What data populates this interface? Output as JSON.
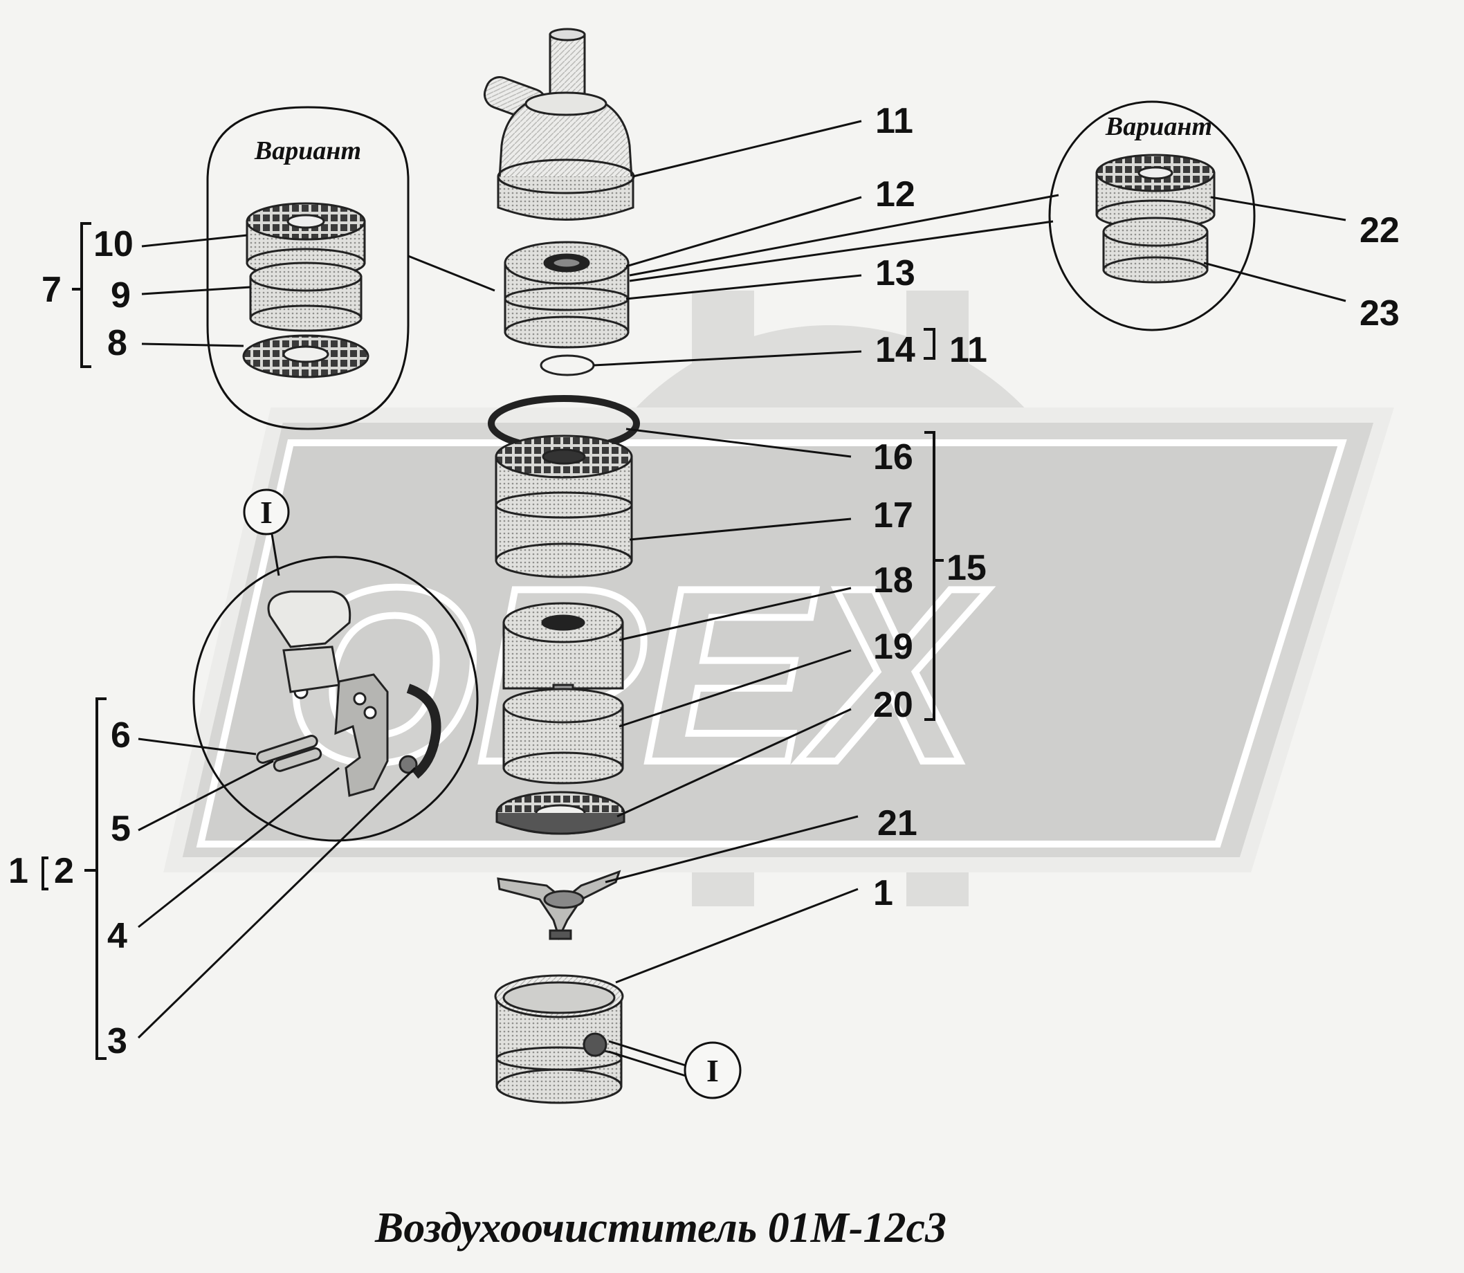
{
  "caption": "Воздухоочиститель 01М-12с3",
  "watermark": "ОРЕХ",
  "variant_label": "Вариант",
  "detail_marker": "I",
  "callouts": {
    "c1": "1",
    "c2": "2",
    "c3": "3",
    "c4": "4",
    "c5": "5",
    "c6": "6",
    "c7": "7",
    "c8": "8",
    "c9": "9",
    "c10": "10",
    "c11": "11",
    "c11b": "11",
    "c12": "12",
    "c13": "13",
    "c14": "14",
    "c15": "15",
    "c16": "16",
    "c17": "17",
    "c18": "18",
    "c19": "19",
    "c20": "20",
    "c21": "21",
    "c22": "22",
    "c23": "23"
  }
}
